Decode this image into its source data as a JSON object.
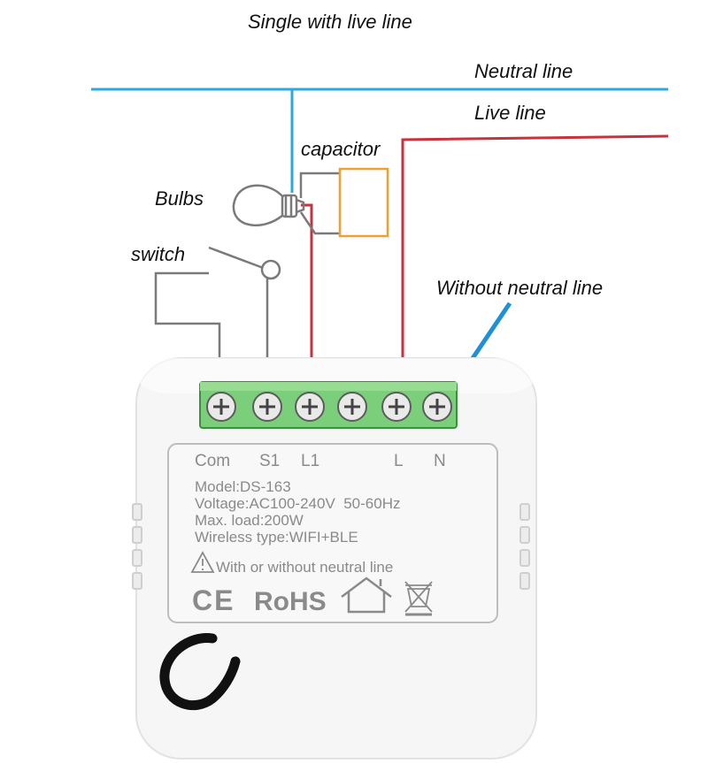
{
  "diagram": {
    "title": "Single with live line",
    "wire_labels": {
      "neutral": "Neutral line",
      "live": "Live line"
    },
    "component_labels": {
      "capacitor": "capacitor",
      "bulbs": "Bulbs",
      "switch": "switch"
    },
    "callout": "Without neutral line",
    "colors": {
      "neutral_wire": "#2ea8dd",
      "live_wire": "#c8323c",
      "switch_wire": "#7a7a7a",
      "capacitor": "#f0a030",
      "terminal_block": "#7ccf7a",
      "arrow": "#1e90d8"
    }
  },
  "device": {
    "terminals": [
      "Com",
      "S1",
      "L1",
      "L",
      "N"
    ],
    "model": "Model:DS-163",
    "voltage": "Voltage:AC100-240V  50-60Hz",
    "max_load": "Max. load:200W",
    "wireless": "Wireless type:WIFI+BLE",
    "warning": "With or without neutral line",
    "marks": {
      "ce": "CE",
      "rohs": "RoHS"
    },
    "icons": [
      "warning-triangle-icon",
      "house-icon",
      "weee-bin-icon",
      "hook-icon"
    ]
  }
}
